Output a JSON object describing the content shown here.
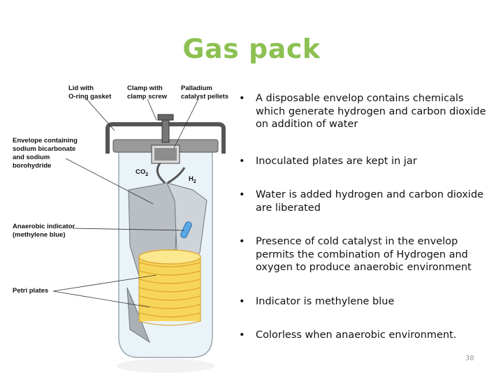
{
  "slide": {
    "title": "Gas pack",
    "page_number": "38"
  },
  "diagram": {
    "labels": {
      "lid_1": "Lid with",
      "lid_2": "O-ring gasket",
      "clamp_1": "Clamp with",
      "clamp_2": "clamp screw",
      "pall_1": "Palladium",
      "pall_2": "catalyst pellets",
      "env_1": "Envelope containing",
      "env_2": "sodium bicarbonate",
      "env_3": "and sodium",
      "env_4": "borohydride",
      "co2": "CO",
      "co2_sub": "2",
      "h2": "H",
      "h2_sub": "2",
      "ind_1": "Anaerobic indicator",
      "ind_2": "(methylene blue)",
      "petri": "Petri plates"
    },
    "colors": {
      "plate_fill": "#f6d65a",
      "plate_edge": "#e0a733",
      "indicator": "#5aa8e6",
      "lid": "#9a9a9a",
      "jar_glass": "#eaf3f8"
    }
  },
  "bullets": [
    "A disposable envelop contains chemicals which generate hydrogen and carbon dioxide on addition of water",
    "Inoculated plates are kept in jar",
    "Water is added hydrogen and carbon dioxide are liberated",
    "Presence of cold catalyst in the envelop permits the combination of Hydrogen and oxygen to produce anaerobic environment",
    "Indicator is methylene blue",
    "Colorless when anaerobic environment."
  ]
}
